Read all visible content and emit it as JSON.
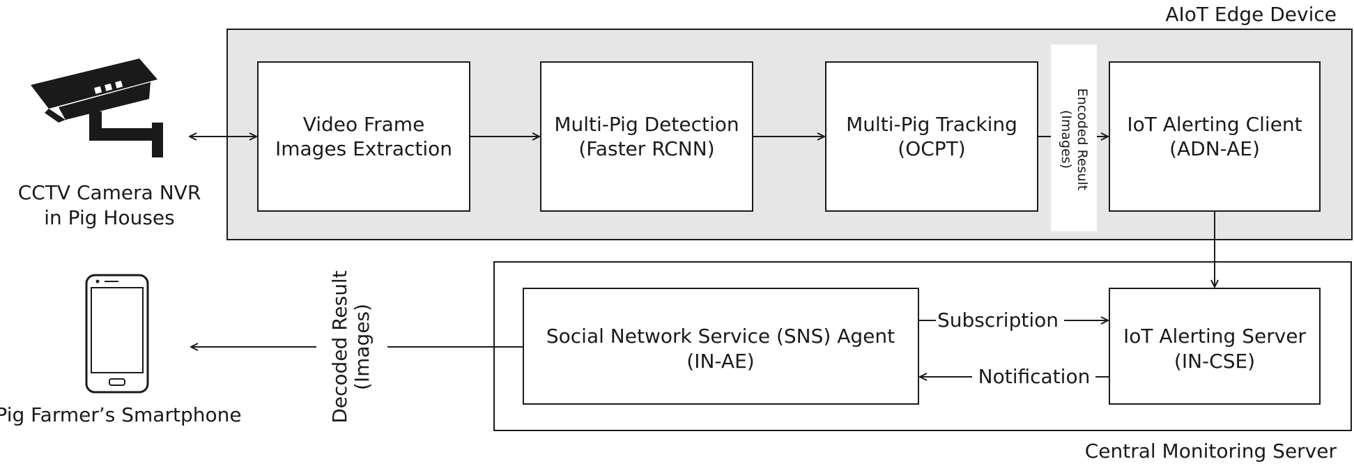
{
  "regions": {
    "edge": {
      "label": "AIoT Edge Device"
    },
    "server": {
      "label": "Central Monitoring Server"
    }
  },
  "external": {
    "camera": {
      "line1": "CCTV Camera NVR",
      "line2": "in Pig Houses",
      "icon": "cctv-camera-icon"
    },
    "phone": {
      "label": "Pig Farmer’s Smartphone",
      "icon": "smartphone-icon"
    }
  },
  "boxes": {
    "extract": {
      "line1": "Video Frame",
      "line2": "Images Extraction"
    },
    "detect": {
      "line1": "Multi-Pig Detection",
      "line2": "(Faster RCNN)"
    },
    "track": {
      "line1": "Multi-Pig Tracking",
      "line2": "(OCPT)"
    },
    "client": {
      "line1": "IoT Alerting Client",
      "line2": "(ADN-AE)"
    },
    "agent": {
      "line1": "Social Network Service (SNS) Agent",
      "line2": "(IN-AE)"
    },
    "alert_server": {
      "line1": "IoT Alerting Server",
      "line2": "(IN-CSE)"
    }
  },
  "edges": {
    "encoded": {
      "line1": "Encoded Result",
      "line2": "(Images)"
    },
    "decoded": {
      "line1": "Decoded Result",
      "line2": "(Images)"
    },
    "subscription": "Subscription",
    "notification": "Notification"
  },
  "colors": {
    "edge_fill": "#e6e6e6",
    "stroke": "#1a1a1a",
    "box_fill": "#ffffff"
  }
}
